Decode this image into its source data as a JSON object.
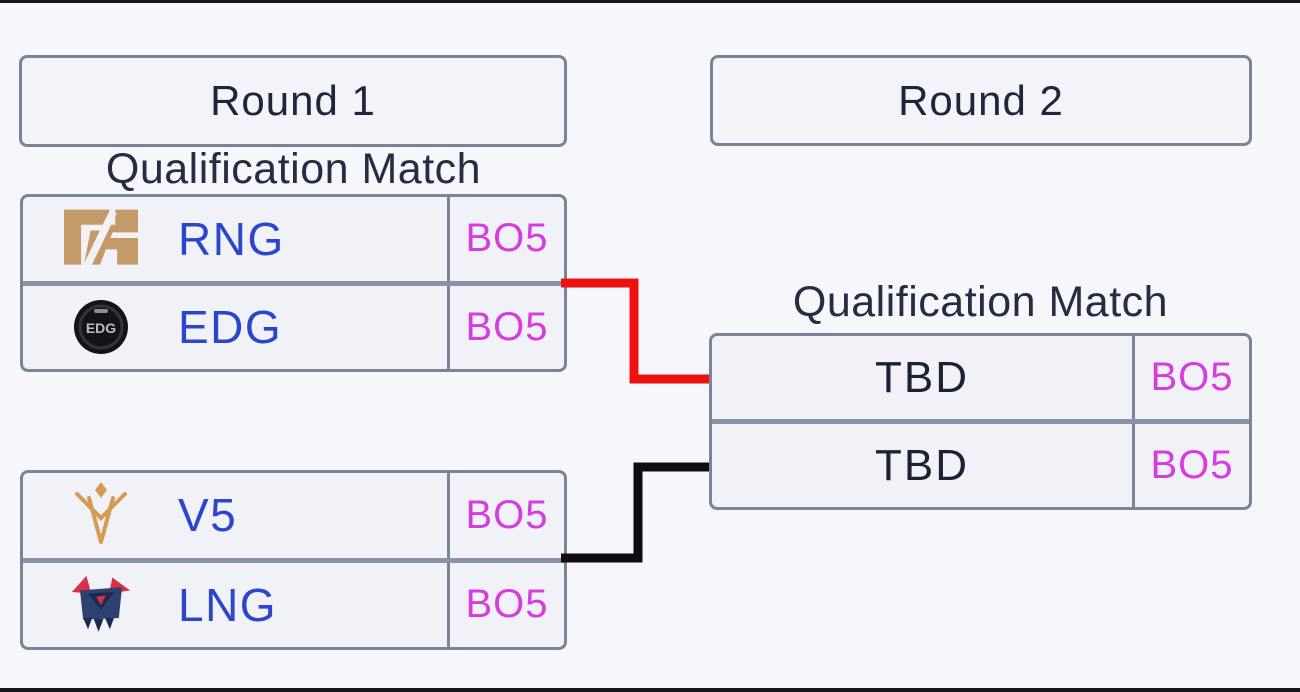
{
  "bracket": {
    "round1": {
      "header": "Round 1",
      "qualification_label": "Qualification Match",
      "match1": {
        "team1": {
          "name": "RNG",
          "format": "BO5",
          "logo": "rng-logo"
        },
        "team2": {
          "name": "EDG",
          "format": "BO5",
          "logo": "edg-logo",
          "logo_text": "EDG"
        }
      },
      "match2": {
        "team1": {
          "name": "V5",
          "format": "BO5",
          "logo": "v5-logo"
        },
        "team2": {
          "name": "LNG",
          "format": "BO5",
          "logo": "lng-logo"
        }
      }
    },
    "round2": {
      "header": "Round 2",
      "qualification_label": "Qualification Match",
      "match1": {
        "team1": {
          "name": "TBD",
          "format": "BO5"
        },
        "team2": {
          "name": "TBD",
          "format": "BO5"
        }
      }
    }
  },
  "colors": {
    "bg": "#f6f7fb",
    "box_fill": "#f1f2f8",
    "header_fill": "#f3f4f9",
    "border": "#7b8496",
    "divider": "#8a93a5",
    "heading": "#20243c",
    "qual": "#272b44",
    "team_name": "#2b46cc",
    "tbd": "#1d2134",
    "format_magenta": "#d63ddf",
    "connector_red": "#ee1111",
    "connector_black": "#0d0d12",
    "rng_gold": "#c49a68",
    "v5_gold": "#d79a55",
    "lng_navy": "#2e4170",
    "lng_navy_dark": "#1b2a50",
    "lng_red": "#d8304a",
    "edg_dark": "#141418"
  }
}
